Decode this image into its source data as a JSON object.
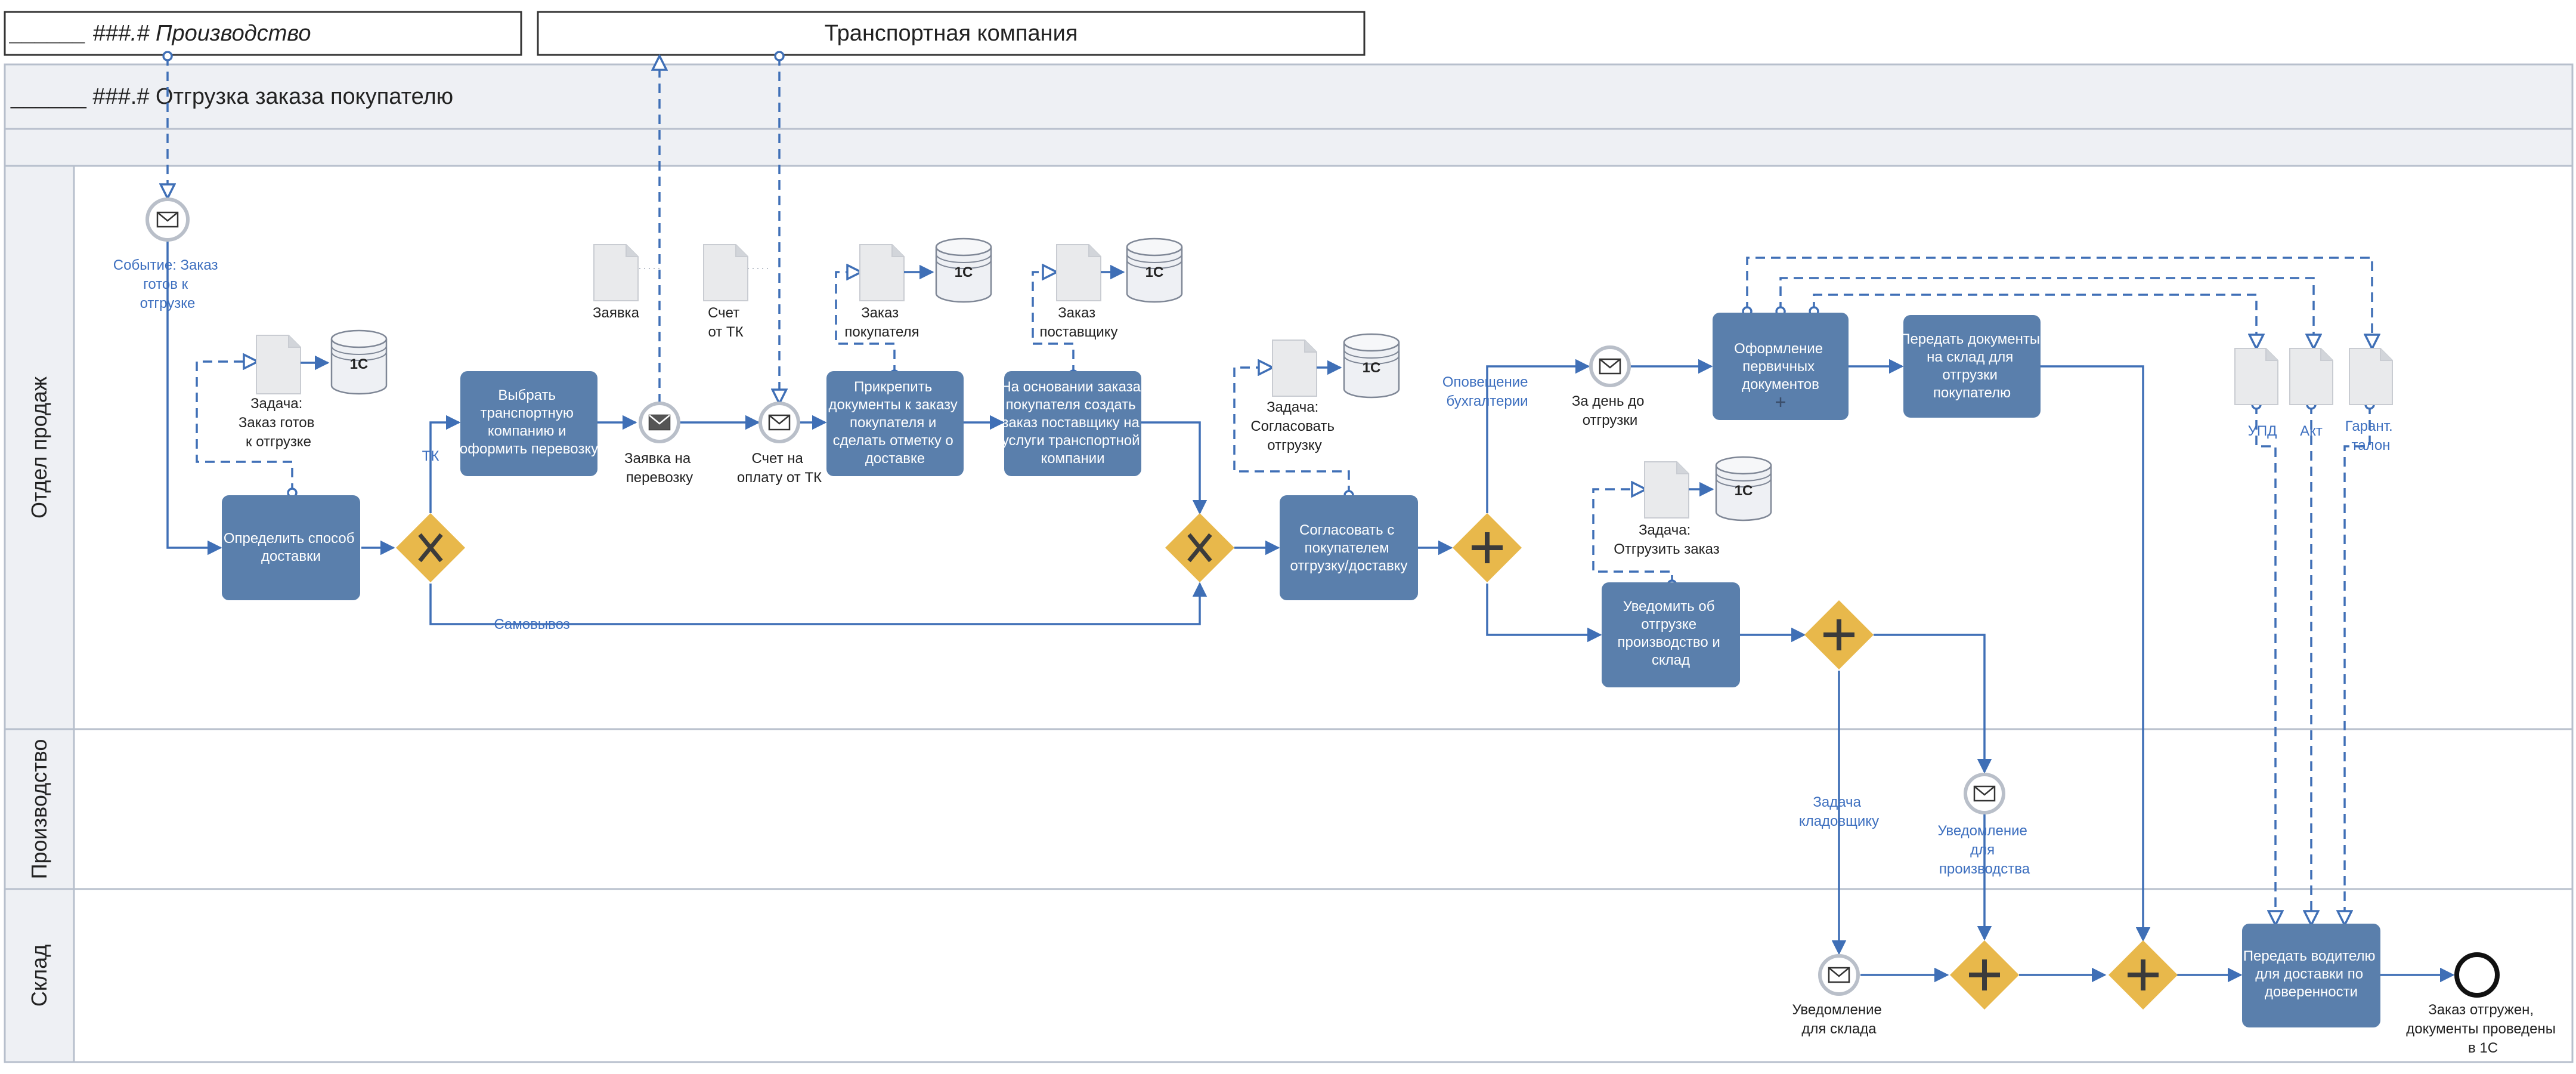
{
  "pools": {
    "production_header": "______ ###.# Производство",
    "transport_header": "Транспортная компания",
    "main_header": "______ ###.# Отгрузка заказа покупателю"
  },
  "lanes": {
    "sales": "Отдел продаж",
    "production": "Производство",
    "warehouse": "Склад"
  },
  "events": {
    "start": [
      "Событие: Заказ",
      "готов к",
      "отгрузке"
    ],
    "request_tc": [
      "Заявка на",
      "перевозку"
    ],
    "invoice_tc": [
      "Счет на",
      "оплату от ТК"
    ],
    "day_before": [
      "За день до",
      "отгрузки"
    ],
    "notify_prod": [
      "Уведомление",
      "для",
      "производства"
    ],
    "notify_wh": [
      "Уведомление",
      "для склада"
    ],
    "end": [
      "Заказ отгружен,",
      "документы проведены",
      "в 1С"
    ]
  },
  "tasks": {
    "define_delivery": [
      "Определить способ",
      "доставки"
    ],
    "choose_tc": [
      "Выбрать",
      "транспортную",
      "компанию и",
      "оформить перевозку"
    ],
    "attach_docs": [
      "Прикрепить",
      "документы к заказу",
      "покупателя и",
      "сделать отметку о",
      "доставке"
    ],
    "supplier_order": [
      "На основании заказа",
      "покупателя создать",
      "заказ поставщику на",
      "услуги транспортной",
      "компании"
    ],
    "agree_shipment": [
      "Согласовать с",
      "покупателем",
      "отгрузку/доставку"
    ],
    "primary_docs": [
      "Оформление",
      "первичных",
      "документов"
    ],
    "pass_docs": [
      "Передать документы",
      "на склад для",
      "отгрузки",
      "покупателю"
    ],
    "notify_ship": [
      "Уведомить об",
      "отгрузке",
      "производство и",
      "склад"
    ],
    "pass_driver": [
      "Передать водителю",
      "для доставки по",
      "доверенности"
    ]
  },
  "documents": {
    "task_ready": [
      "Задача:",
      "Заказ готов",
      "к отгрузке"
    ],
    "request": [
      "Заявка"
    ],
    "invoice": [
      "Счет",
      "от ТК"
    ],
    "customer_order": [
      "Заказ",
      "покупателя"
    ],
    "supplier_order": [
      "Заказ",
      "поставщику"
    ],
    "task_agree": [
      "Задача:",
      "Согласовать",
      "отгрузку"
    ],
    "task_ship": [
      "Задача:",
      "Отгрузить заказ"
    ],
    "upd": [
      "УПД"
    ],
    "act": [
      "Акт"
    ],
    "warranty": [
      "Гарант.",
      "талон"
    ]
  },
  "db_label": "1С",
  "flow_labels": {
    "tc": "ТК",
    "pickup": "Самовывоз",
    "accounting": [
      "Оповещение",
      "бухгалтерии"
    ],
    "storekeeper": [
      "Задача",
      "кладовщику"
    ]
  },
  "colors": {
    "task_fill": "#5a7fac",
    "gateway_fill": "#e8b84b",
    "flow": "#3f6fb6",
    "lane_header": "#eef0f4"
  }
}
